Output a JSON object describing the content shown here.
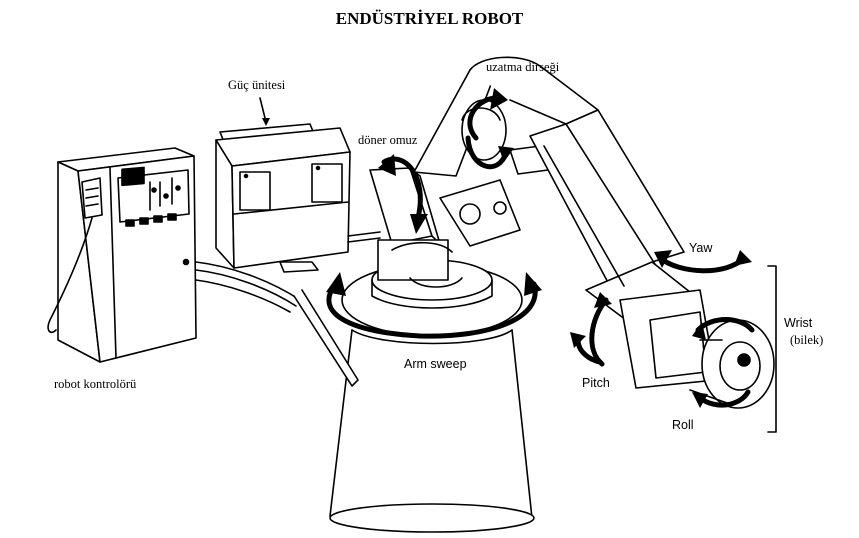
{
  "title": "ENDÜSTRİYEL ROBOT",
  "labels": {
    "guc_unitesi": "Güç ünitesi",
    "uzatma_dirsegi": "uzatma dirseği",
    "doner_omuz": "döner omuz",
    "robot_kontroloru": "robot kontrolörü",
    "arm_sweep": "Arm sweep",
    "yaw": "Yaw",
    "wrist": "Wrist",
    "bilek": "(bilek)",
    "pitch": "Pitch",
    "roll": "Roll"
  },
  "colors": {
    "line": "#000000",
    "background": "#ffffff"
  }
}
